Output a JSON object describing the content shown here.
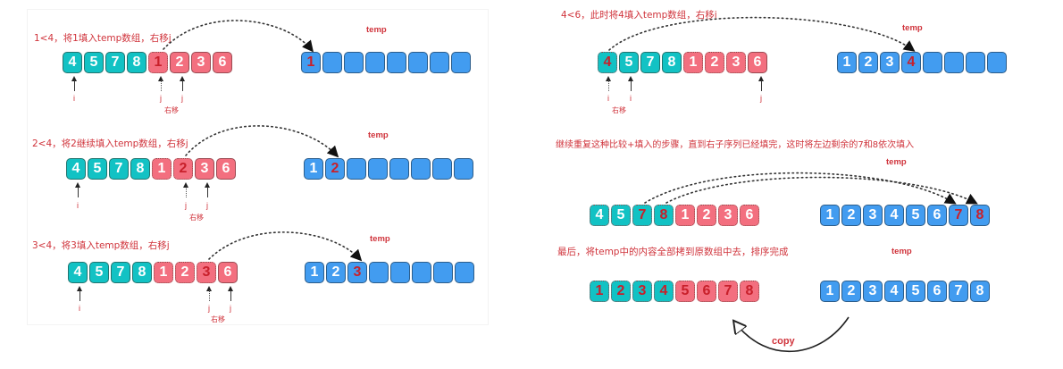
{
  "colors": {
    "teal": "#12c2c4",
    "pink": "#f36f7f",
    "blue": "#429cf0",
    "caption_red": "#d0343c",
    "highlight_red": "#c8202b"
  },
  "temp_label": "temp",
  "pointer_labels": {
    "i": "i",
    "j": "j",
    "move_right": "右移"
  },
  "steps": [
    {
      "caption": "1<4，将1填入temp数组，右移j",
      "array": [
        "4",
        "5",
        "7",
        "8",
        "1",
        "2",
        "3",
        "6"
      ],
      "temp": [
        "1",
        "",
        "",
        "",
        "",
        "",
        "",
        ""
      ]
    },
    {
      "caption": "2<4，将2继续填入temp数组，右移j",
      "array": [
        "4",
        "5",
        "7",
        "8",
        "1",
        "2",
        "3",
        "6"
      ],
      "temp": [
        "1",
        "2",
        "",
        "",
        "",
        "",
        "",
        ""
      ]
    },
    {
      "caption": "3<4，将3填入temp数组，右移j",
      "array": [
        "4",
        "5",
        "7",
        "8",
        "1",
        "2",
        "3",
        "6"
      ],
      "temp": [
        "1",
        "2",
        "3",
        "",
        "",
        "",
        "",
        ""
      ]
    },
    {
      "caption": "4<6，此时将4填入temp数组，右移i",
      "array": [
        "4",
        "5",
        "7",
        "8",
        "1",
        "2",
        "3",
        "6"
      ],
      "temp": [
        "1",
        "2",
        "3",
        "4",
        "",
        "",
        "",
        ""
      ]
    },
    {
      "caption": "继续重复这种比较+填入的步骤，直到右子序列已经填完，这时将左边剩余的7和8依次填入",
      "array": [
        "4",
        "5",
        "7",
        "8",
        "1",
        "2",
        "3",
        "6"
      ],
      "temp": [
        "1",
        "2",
        "3",
        "4",
        "5",
        "6",
        "7",
        "8"
      ]
    },
    {
      "caption": "最后，将temp中的内容全部拷到原数组中去，排序完成",
      "array": [
        "1",
        "2",
        "3",
        "4",
        "5",
        "6",
        "7",
        "8"
      ],
      "temp": [
        "1",
        "2",
        "3",
        "4",
        "5",
        "6",
        "7",
        "8"
      ],
      "copy_label": "copy"
    }
  ]
}
